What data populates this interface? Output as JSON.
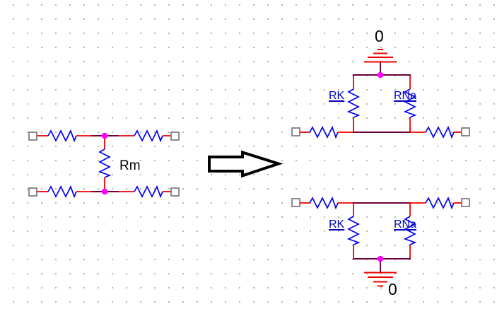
{
  "schematic": {
    "background_color": "#ffffff",
    "grid_dot_color": "#a6a6a6",
    "colors": {
      "wire": "#f00000",
      "overlapping_wire": "#6b0038",
      "resistor_symbol": "#0000ee",
      "junction_dot": "#ff00ff",
      "terminal_outline": "#7f7f7f",
      "part_label": "#0000c8",
      "net_label": "#000000"
    },
    "left_circuit": {
      "membrane_resistor_label": "Rm"
    },
    "right_top_circuit": {
      "ground_node_label": "0",
      "left_branch_label": "RK",
      "right_branch_label": "RNa"
    },
    "right_bottom_circuit": {
      "ground_node_label": "0",
      "left_branch_label": "RK",
      "right_branch_label": "RNa"
    }
  }
}
